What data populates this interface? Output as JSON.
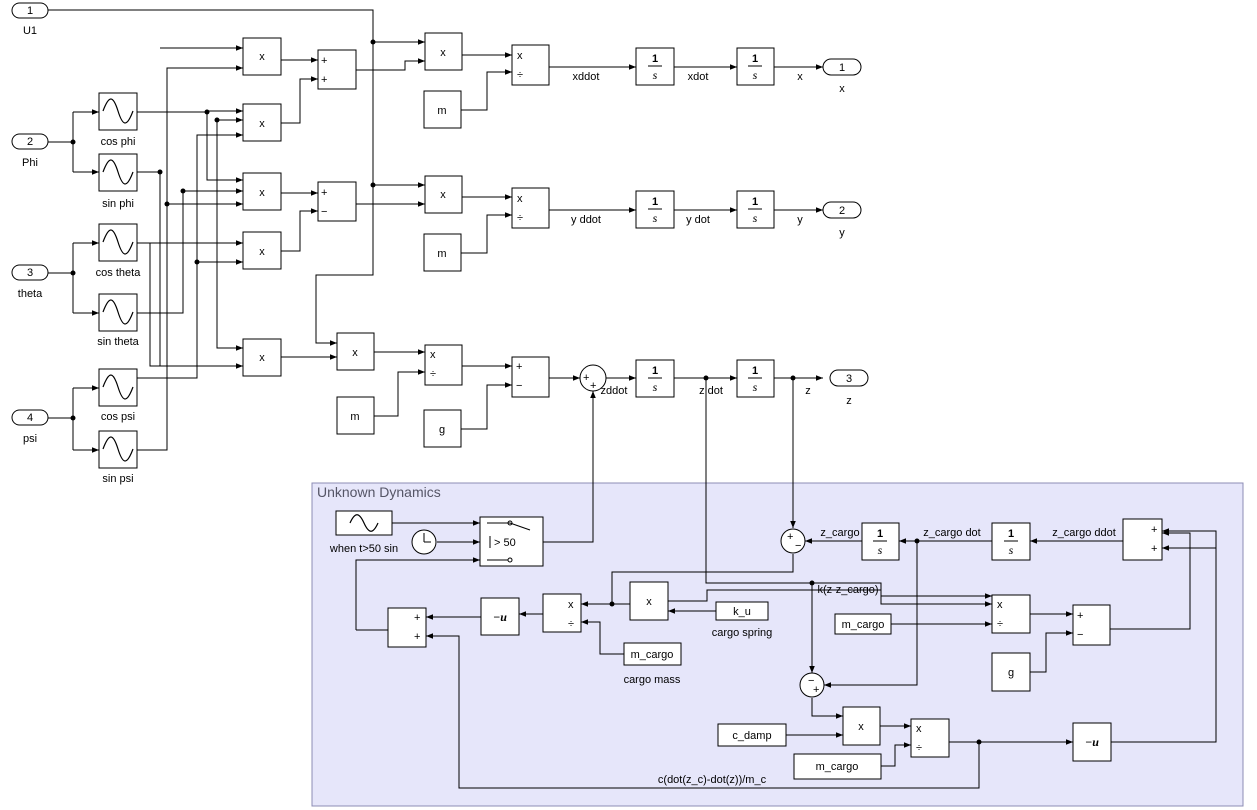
{
  "ports": {
    "in1_num": "1",
    "in1_label": "U1",
    "in2_num": "2",
    "in2_label": "Phi",
    "in3_num": "3",
    "in3_label": "theta",
    "in4_num": "4",
    "in4_label": "psi",
    "out1_num": "1",
    "out1_label": "x",
    "out2_num": "2",
    "out2_label": "y",
    "out3_num": "3",
    "out3_label": "z"
  },
  "trig": {
    "cos_phi": "cos phi",
    "sin_phi": "sin phi",
    "cos_theta": "cos theta",
    "sin_theta": "sin theta",
    "cos_psi": "cos psi",
    "sin_psi": "sin psi"
  },
  "symbols": {
    "mult": "x",
    "plus": "+",
    "minus": "−",
    "div": "÷",
    "int_num": "1",
    "int_den": "s",
    "gain_neg": "−u",
    "mass": "m",
    "gravity": "g"
  },
  "signals": {
    "xddot": "xddot",
    "xdot": "xdot",
    "x": "x",
    "yddot": "y ddot",
    "ydot": "y dot",
    "y": "y",
    "zddot": "zddot",
    "zdot": "z dot",
    "z": "z"
  },
  "subsystem": {
    "title": "Unknown Dynamics",
    "sin_label": "when t>50 sin",
    "switch_label": "> 50",
    "z_cargo": "z_cargo",
    "z_cargo_dot": "z_cargo dot",
    "z_cargo_ddot": "z_cargo ddot",
    "spring_force": "k(z-z_cargo)",
    "k_u": "k_u",
    "cargo_spring": "cargo spring",
    "m_cargo": "m_cargo",
    "cargo_mass": "cargo mass",
    "c_damp": "c_damp",
    "damp_expr": "c(dot(z_c)-dot(z))/m_c"
  },
  "colors": {
    "subsystem_fill": "#e6e6fa",
    "subsystem_border": "#8c8cb4"
  }
}
